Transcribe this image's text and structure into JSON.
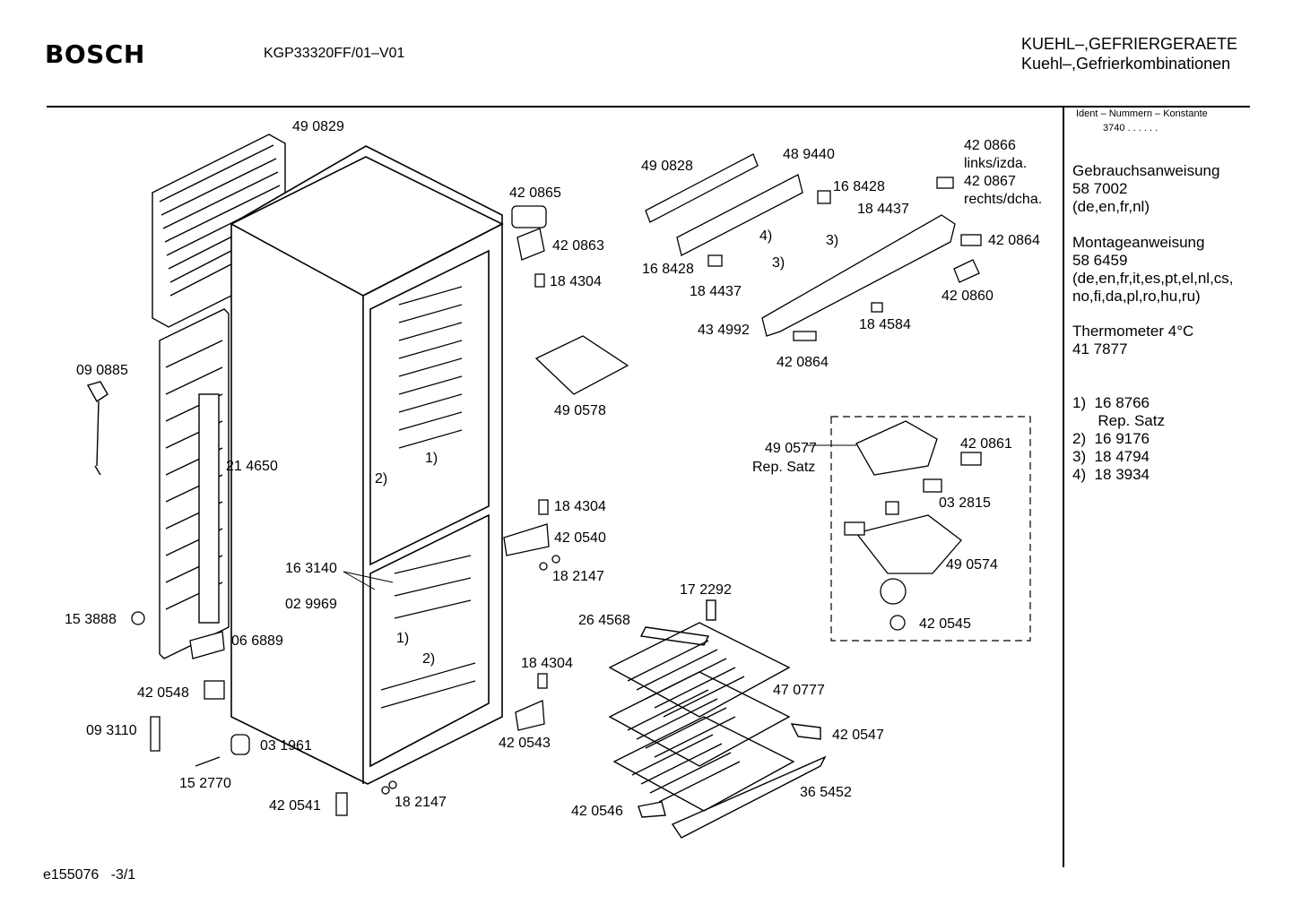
{
  "header": {
    "brand": "BOSCH",
    "model": "KGP33320FF/01–V01",
    "category_upper": "KUEHL–,GEFRIERGERAETE",
    "category_lower": "Kuehl–,Gefrierkombinationen"
  },
  "footer": {
    "drawing_id": "e155076   -3/1"
  },
  "sidebar": {
    "ident_label": "Ident – Nummern – Konstante",
    "ident_value": "3740   .   .   .   .   .   .",
    "gebrauch_title": "Gebrauchsanweisung",
    "gebrauch_no": "58 7002",
    "gebrauch_langs": "(de,en,fr,nl)",
    "montage_title": "Montageanweisung",
    "montage_no": "58 6459",
    "montage_langs1": "(de,en,fr,it,es,pt,el,nl,cs,",
    "montage_langs2": "no,fi,da,pl,ro,hu,ru)",
    "thermo_title": "Thermometer 4°C",
    "thermo_no": "41 7877",
    "notes": [
      "1)  16 8766",
      "      Rep. Satz",
      "2)  16 9176",
      "3)  18 4794",
      "4)  18 3934"
    ]
  },
  "parts": {
    "p490829": "49 0829",
    "p420865": "42 0865",
    "p420863": "42 0863",
    "p184304a": "18 4304",
    "p090885": "09 0885",
    "p214650": "21 4650",
    "p490578": "49 0578",
    "p184304b": "18 4304",
    "p420540": "42 0540",
    "p182147a": "18 2147",
    "p163140": "16 3140",
    "p029969": "02 9969",
    "p153888": "15 3888",
    "p066889": "06 6889",
    "p420548": "42 0548",
    "p093110": "09 3110",
    "p031961": "03 1961",
    "p152770": "15 2770",
    "p420541": "42 0541",
    "p182147b": "18 2147",
    "p184304c": "18 4304",
    "p420543": "42 0543",
    "p490828": "49 0828",
    "p489440": "48 9440",
    "p420866": "42 0866",
    "links": "links/izda.",
    "p420867": "42 0867",
    "rechts": "rechts/dcha.",
    "p168428a": "16 8428",
    "p184437a": "18 4437",
    "n4": "4)",
    "n3a": "3)",
    "p420864a": "42 0864",
    "p168428b": "16 8428",
    "p184437b": "18 4437",
    "n3b": "3)",
    "p420860": "42 0860",
    "p434992": "43 4992",
    "p184584": "18 4584",
    "p420864b": "42 0864",
    "p490577": "49 0577",
    "repsatz": "Rep. Satz",
    "p420861": "42 0861",
    "p032815": "03 2815",
    "p490574": "49 0574",
    "p420545": "42 0545",
    "p172292": "17 2292",
    "p264568": "26 4568",
    "p470777": "47 0777",
    "p420547": "42 0547",
    "p365452": "36 5452",
    "p420546": "42 0546",
    "n1a": "1)",
    "n2a": "2)",
    "n1b": "1)",
    "n2b": "2)"
  }
}
